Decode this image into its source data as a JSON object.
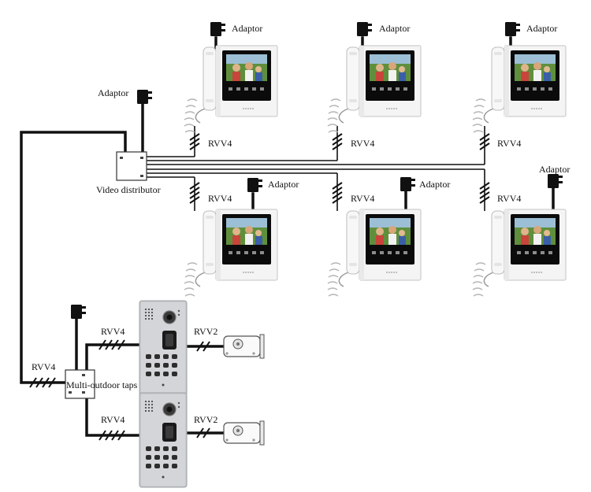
{
  "labels": {
    "adaptor": "Adaptor",
    "rvv4": "RVV4",
    "rvv2": "RVV2",
    "video_distributor": "Video distributor",
    "multi_outdoor_taps": "Multi-outdoor taps"
  },
  "devices": {
    "indoor_monitor_count": 6,
    "outdoor_station_count": 2,
    "electric_lock_count": 2
  },
  "colors": {
    "wire": "#111111",
    "monitor_body": "#f4f4f4",
    "screen_bezel": "#0b0b0b",
    "outdoor_panel": "#c8cacd"
  },
  "icons": {
    "power_adaptor": "adaptor-icon",
    "indoor_monitor": "monitor-icon",
    "outdoor_station": "doorbell-camera-icon",
    "electric_lock": "electric-lock-icon"
  }
}
